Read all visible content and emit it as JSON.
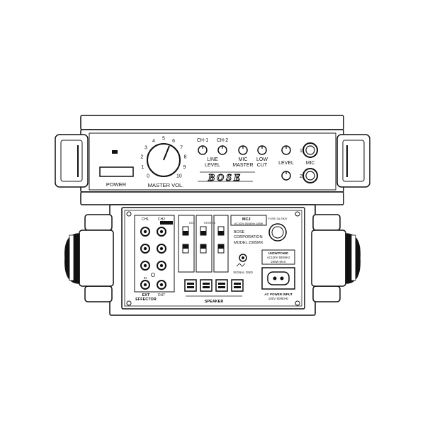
{
  "front_panel": {
    "power_label": "POWER",
    "master_label": "MASTER VOL.",
    "dial_numbers": [
      "0",
      "1",
      "2",
      "3",
      "4",
      "5",
      "6",
      "7",
      "8",
      "9",
      "10"
    ],
    "ch1_label": "CH-1",
    "ch2_label": "CH-2",
    "line_level_label_1": "LINE",
    "line_level_label_2": "LEVEL",
    "mic_master_label_1": "MIC",
    "mic_master_label_2": "MASTER",
    "low_cut_label_1": "LOW",
    "low_cut_label_2": "CUT",
    "level_label": "LEVEL",
    "mic_label": "MIC",
    "mic_1": "1",
    "mic_2": "2",
    "brand": "BOSE"
  },
  "back_panel": {
    "ch1_label": "CH1",
    "ch2_label": "CH2",
    "ext_effector_1": "EXT",
    "ext_effector_2": "EFFECTOR",
    "in_label": "IN",
    "out_label": "OUT",
    "mcj": "MCJ",
    "rating": "AC100V 50/60Hz 185W",
    "fuse": "FUSE 2A 250V",
    "corp_1": "BOSE",
    "corp_2": "CORPORATION",
    "model": "MODEL 2305MX",
    "signal_gnd": "SIGNAL GND",
    "unswitched_1": "UNSWITCHED",
    "unswitched_2": "AC100V 50/60Hz",
    "unswitched_3": "200W MAX",
    "ac_power_1": "AC POWER INPUT",
    "ac_power_2": "100V 50/60Hz",
    "speaker_label": "SPEAKER",
    "sw_on": "ON",
    "stereo": "STEREO"
  }
}
